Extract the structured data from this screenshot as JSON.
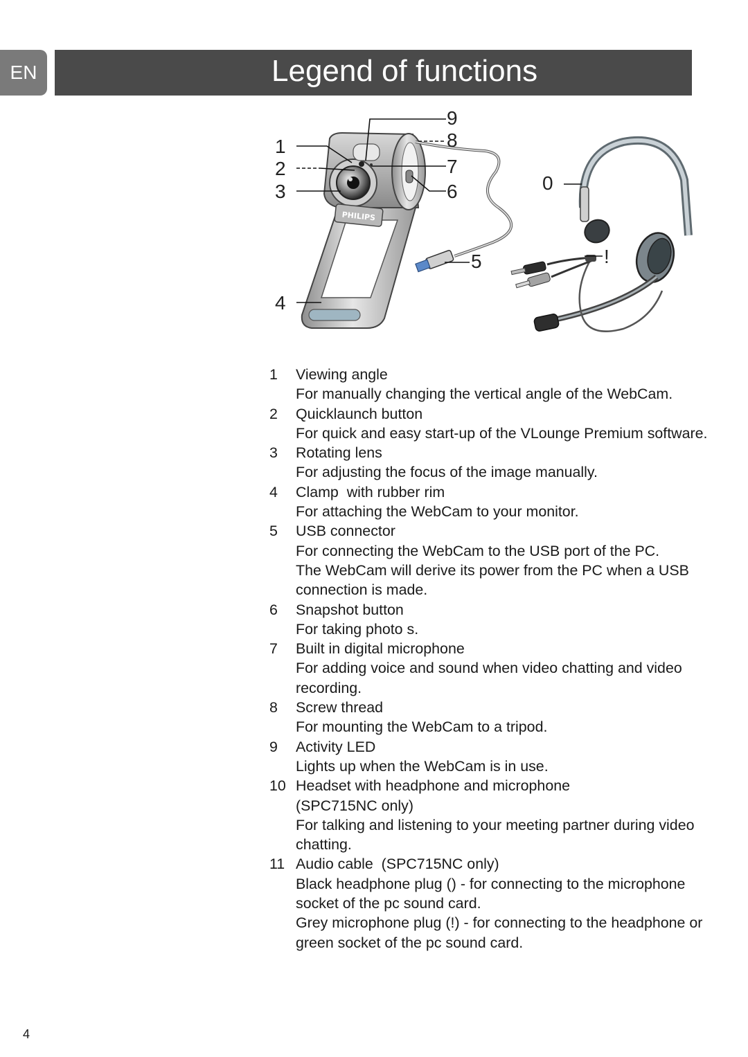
{
  "header": {
    "lang_tab": "EN",
    "title": "Legend of functions"
  },
  "figure": {
    "webcam_callouts": [
      "1",
      "2",
      "3",
      "4",
      "5",
      "6",
      "7",
      "8",
      "9"
    ],
    "headset_callouts": [
      "0",
      "!"
    ],
    "brand": "PHILIPS"
  },
  "legend": [
    {
      "num": "1",
      "label": "Viewing angle",
      "desc": [
        "For manually changing the vertical angle of the WebCam."
      ]
    },
    {
      "num": "2",
      "label": "Quicklaunch button",
      "desc": [
        "For quick and easy start-up of the VLounge Premium software."
      ]
    },
    {
      "num": "3",
      "label": "Rotating lens",
      "desc": [
        "For adjusting the focus of the image manually."
      ]
    },
    {
      "num": "4",
      "label": "Clamp  with rubber rim",
      "desc": [
        "For attaching the WebCam to your monitor."
      ]
    },
    {
      "num": "5",
      "label": "USB connector",
      "desc": [
        "For connecting the WebCam to the USB port of the PC.",
        "The WebCam will derive its power from the PC when a USB connection is made."
      ]
    },
    {
      "num": "6",
      "label": "Snapshot button",
      "desc": [
        "For taking photo s."
      ]
    },
    {
      "num": "7",
      "label": "Built in digital microphone",
      "desc": [
        "For adding voice and sound when video chatting and video recording."
      ]
    },
    {
      "num": "8",
      "label": "Screw thread",
      "desc": [
        "For mounting the WebCam to a tripod."
      ]
    },
    {
      "num": "9",
      "label": "Activity LED",
      "desc": [
        "Lights up when the WebCam is in use."
      ]
    },
    {
      "num": "10",
      "label": "Headset with headphone and microphone (SPC715NC only)",
      "desc": [
        "For talking and listening to your meeting partner during video chatting."
      ]
    },
    {
      "num": "11",
      "label": "Audio cable  (SPC715NC only)",
      "desc": [
        "Black headphone plug () - for connecting to the microphone socket of the pc sound card.",
        "Grey microphone plug (!) - for connecting to the headphone or green socket of the pc sound card."
      ]
    }
  ],
  "page_number": "4"
}
